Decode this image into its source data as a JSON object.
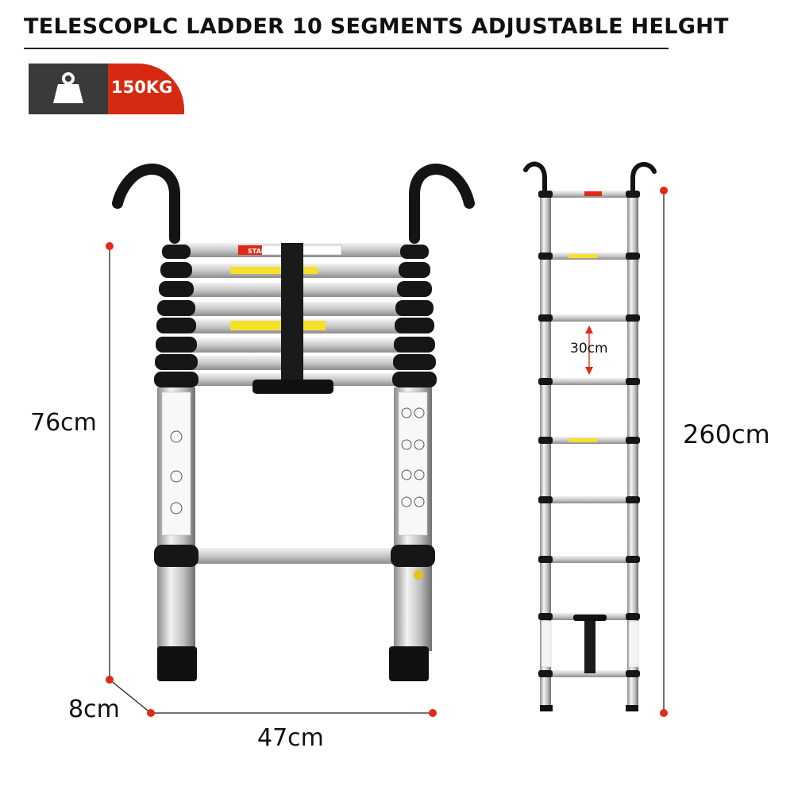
{
  "header": {
    "title": "TELESCOPLC LADDER 10 SEGMENTS ADJUSTABLE HELGHT"
  },
  "badge": {
    "icon": "weight-icon",
    "text": "150KG",
    "colors": {
      "dark": "#3a3a3a",
      "accent": "#d52a11"
    }
  },
  "dimensions": {
    "height_folded": "76cm",
    "depth": "8cm",
    "width": "47cm",
    "step_spacing": "30cm",
    "height_extended": "260cm"
  },
  "product": {
    "brand_label": "STANEW"
  }
}
